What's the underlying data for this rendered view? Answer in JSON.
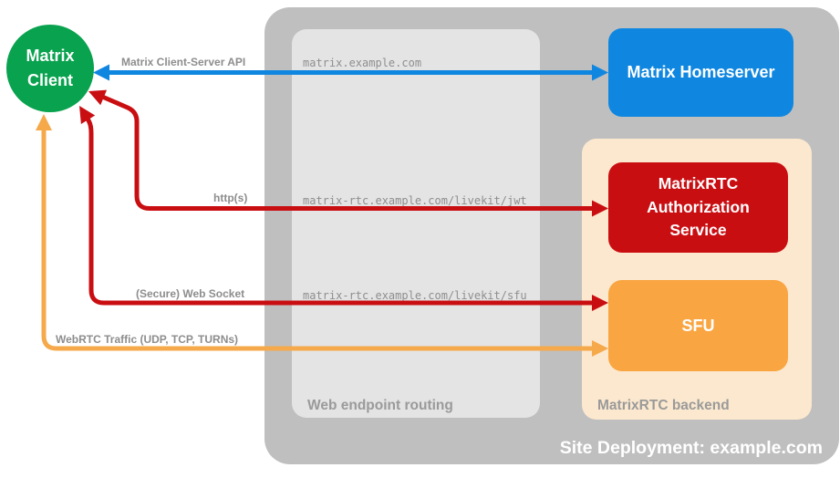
{
  "nodes": {
    "client": {
      "label": "Matrix\nClient",
      "color": "#09a24e"
    },
    "homeserver": {
      "label": "Matrix Homeserver",
      "color": "#0f87e0"
    },
    "auth_service": {
      "label": "MatrixRTC\nAuthorization\nService",
      "color": "#c90e12"
    },
    "sfu": {
      "label": "SFU",
      "color": "#f9a541"
    }
  },
  "containers": {
    "site": {
      "label": "Site Deployment: example.com",
      "color": "#bfbfbf"
    },
    "routing": {
      "label": "Web endpoint routing",
      "color": "#e4e4e4"
    },
    "backend": {
      "label": "MatrixRTC backend",
      "color": "#fce8ce"
    }
  },
  "endpoints": [
    "matrix.example.com",
    "matrix-rtc.example.com/livekit/jwt",
    "matrix-rtc.example.com/livekit/sfu"
  ],
  "arrows": [
    {
      "label": "Matrix Client-Server API",
      "color": "#0f87e0"
    },
    {
      "label": "http(s)",
      "color": "#c90e12"
    },
    {
      "label": "(Secure) Web Socket",
      "color": "#c90e12"
    },
    {
      "label": "WebRTC Traffic (UDP, TCP, TURNs)",
      "color": "#f5a94b"
    }
  ]
}
